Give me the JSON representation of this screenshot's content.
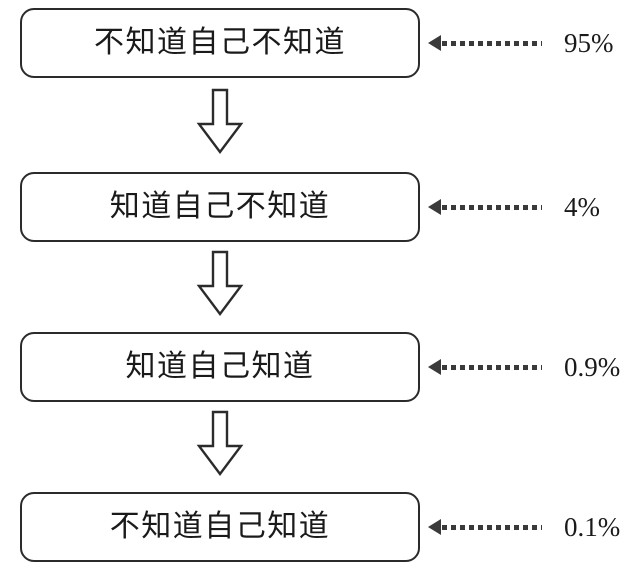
{
  "diagram": {
    "type": "flowchart-vertical",
    "background_color": "#ffffff",
    "stroke_color": "#2b2b2b",
    "text_color": "#1a1a1a",
    "nodes": [
      {
        "label": "不知道自己不知道",
        "percent": "95%"
      },
      {
        "label": "知道自己不知道",
        "percent": "4%"
      },
      {
        "label": "知道自己知道",
        "percent": "0.9%"
      },
      {
        "label": "不知道自己知道",
        "percent": "0.1%"
      }
    ],
    "connectors": [
      {
        "icon": "down-arrow-icon"
      },
      {
        "icon": "down-arrow-icon"
      },
      {
        "icon": "down-arrow-icon"
      }
    ],
    "callouts": [
      {
        "icon": "dotted-arrow-left-icon"
      },
      {
        "icon": "dotted-arrow-left-icon"
      },
      {
        "icon": "dotted-arrow-left-icon"
      },
      {
        "icon": "dotted-arrow-left-icon"
      }
    ]
  }
}
